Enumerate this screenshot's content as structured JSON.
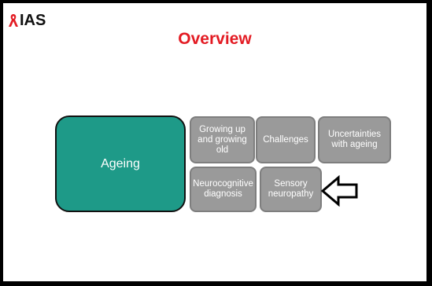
{
  "logo": {
    "text": "IAS",
    "icon": "ribbon-icon"
  },
  "slide": {
    "title": "Overview"
  },
  "boxes": {
    "ageing": "Ageing",
    "growing_up": "Growing up and growing old",
    "challenges": "Challenges",
    "uncertainties": "Uncertainties with ageing",
    "neurocognitive": "Neurocognitive diagnosis",
    "sensory": "Sensory neuropathy"
  },
  "colors": {
    "title": "#e31b23",
    "ageing_box": "#1e9a88",
    "topic_box": "#9a9a9a",
    "logo_ribbon": "#e31b23"
  },
  "pointer": {
    "icon": "left-arrow-icon",
    "target": "Sensory neuropathy"
  }
}
